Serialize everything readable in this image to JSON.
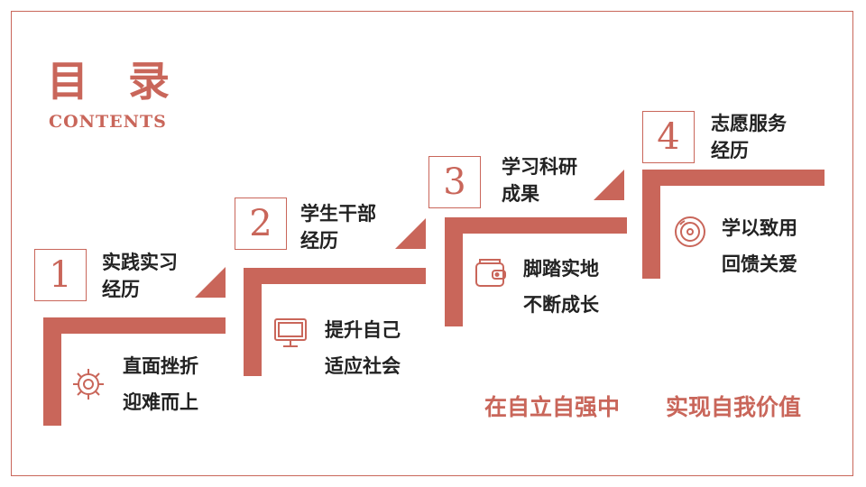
{
  "header": {
    "title": "目 录",
    "subtitle": "CONTENTS"
  },
  "steps": [
    {
      "number": "1",
      "title_line1": "实践实习",
      "title_line2": "经历",
      "sub_line1": "直面挫折",
      "sub_line2": "迎难而上",
      "icon": "gear-icon"
    },
    {
      "number": "2",
      "title_line1": "学生干部",
      "title_line2": "经历",
      "sub_line1": "提升自己",
      "sub_line2": "适应社会",
      "icon": "monitor-icon"
    },
    {
      "number": "3",
      "title_line1": "学习科研",
      "title_line2": "成果",
      "sub_line1": "脚踏实地",
      "sub_line2": "不断成长",
      "icon": "wallet-icon"
    },
    {
      "number": "4",
      "title_line1": "志愿服务",
      "title_line2": "经历",
      "sub_line1": "学以致用",
      "sub_line2": "回馈关爱",
      "icon": "disc-icon"
    }
  ],
  "slogan": {
    "part1": "在自立自强中",
    "part2": "实现自我价值"
  },
  "colors": {
    "accent": "#c9665a",
    "text": "#222222"
  }
}
